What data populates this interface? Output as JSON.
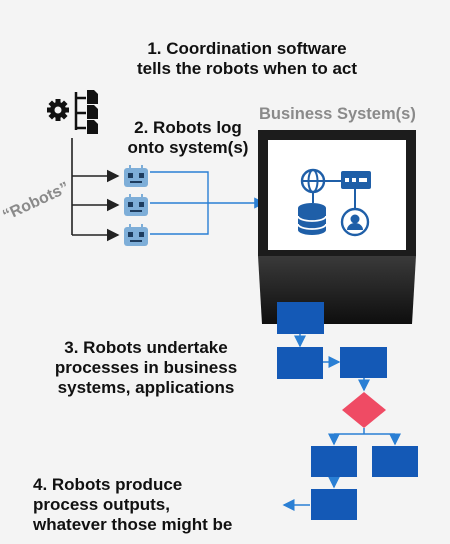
{
  "steps": {
    "step1": {
      "line1": "1. Coordination software",
      "line2": "tells the robots when to act"
    },
    "step2": {
      "line1": "2. Robots log",
      "line2": "onto system(s)"
    },
    "step3": {
      "line1": "3. Robots undertake",
      "line2": "processes in business",
      "line3": "systems, applications"
    },
    "step4": {
      "line1": "4. Robots produce",
      "line2": "process outputs,",
      "line3": "whatever those might be"
    }
  },
  "labels": {
    "robots": "“Robots”",
    "business_system": "Business System(s)"
  },
  "icons": [
    "gear-icon",
    "document-icon",
    "robot-icon",
    "globe-icon",
    "server-icon",
    "database-icon",
    "user-icon"
  ],
  "colors": {
    "flow_box": "#1459b6",
    "decision": "#ef4b64",
    "robot": "#7eaed8",
    "screen_icon": "#1f5fa8",
    "connector_blue": "#2a7fd4",
    "laptop_body": "#1c1c1c"
  }
}
